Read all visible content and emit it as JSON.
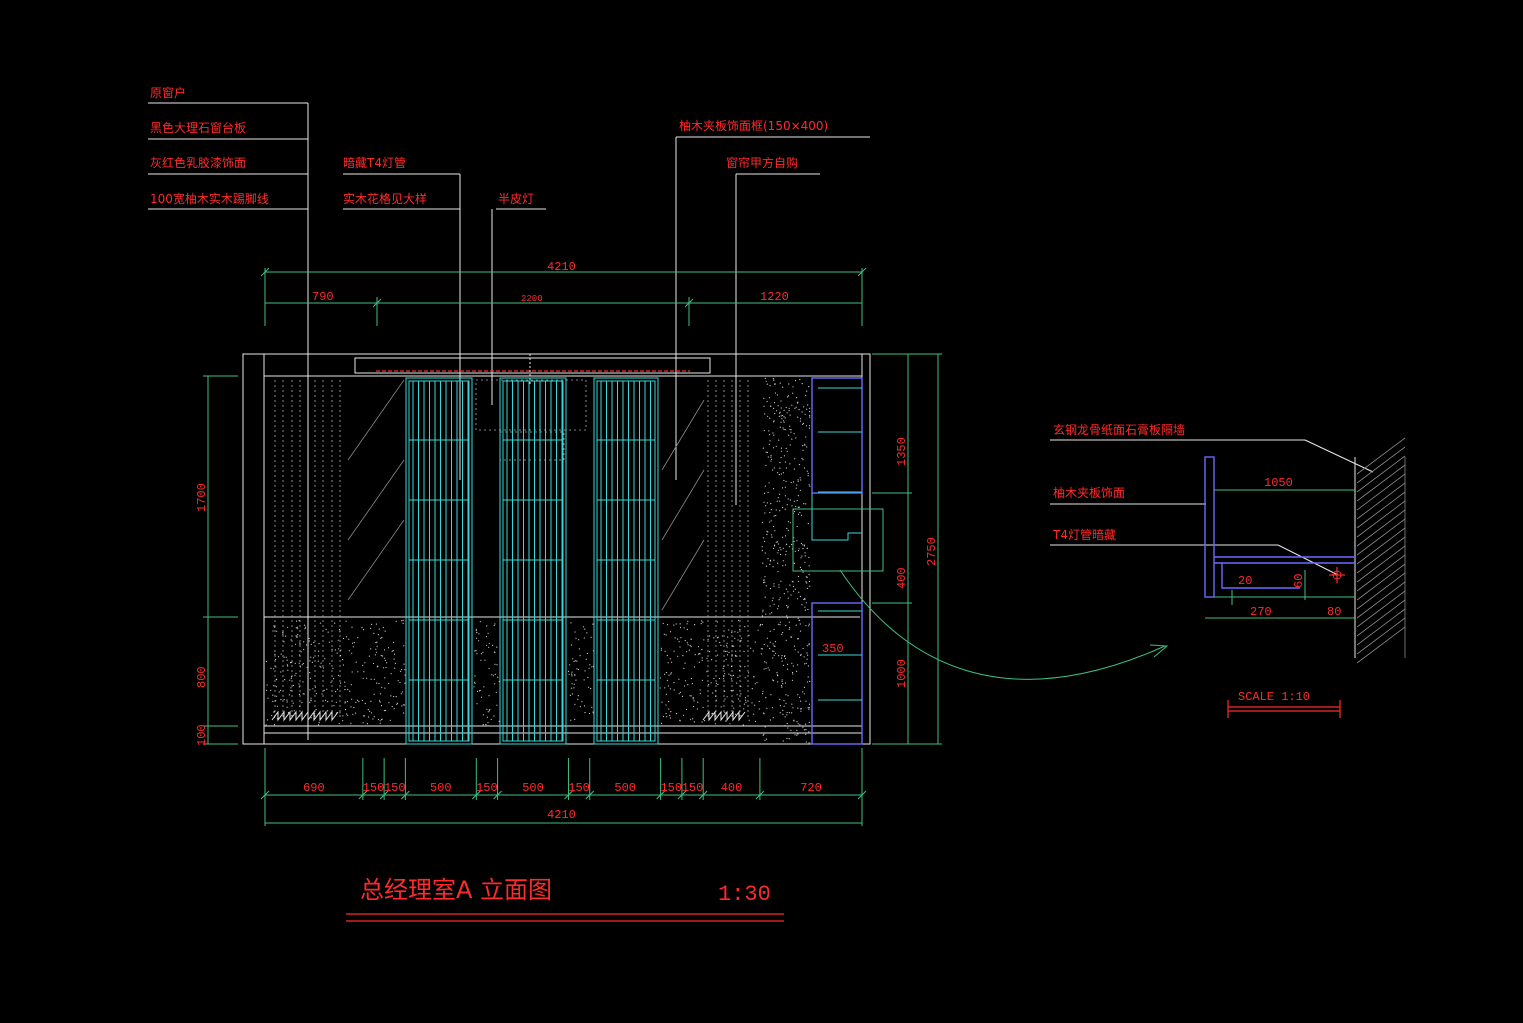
{
  "drawing": {
    "title": "总经理室A 立面图",
    "scale": "1:30",
    "detail_scale": "SCALE 1:10"
  },
  "labels_left": [
    "原窗户",
    "黑色大理石窗台板",
    "灰红色乳胶漆饰面",
    "100宽柚木实木踢脚线"
  ],
  "labels_mid": [
    "暗藏T4灯管",
    "实木花格见大样",
    "半皮灯"
  ],
  "labels_right": [
    "柚木夹板饰面框(150×400)",
    "窗帘甲方自购"
  ],
  "detail_labels": [
    "玄钢龙骨纸面石膏板隔墙",
    "柚木夹板饰面",
    "T4灯管暗藏"
  ],
  "dims_top": {
    "total": "4210",
    "left": "790",
    "mid": "2200",
    "right": "1220"
  },
  "dims_bottom": {
    "segments": [
      "690",
      "150",
      "150",
      "500",
      "150",
      "500",
      "150",
      "500",
      "150",
      "150",
      "400",
      "720"
    ],
    "total": "4210"
  },
  "dims_left": [
    "1700",
    "800",
    "100"
  ],
  "dims_right": [
    "1350",
    "400",
    "1000",
    "2750"
  ],
  "dim_shelf": "350",
  "detail_dims": {
    "width": "1050",
    "a": "20",
    "b": "60",
    "c": "270",
    "d": "80"
  }
}
